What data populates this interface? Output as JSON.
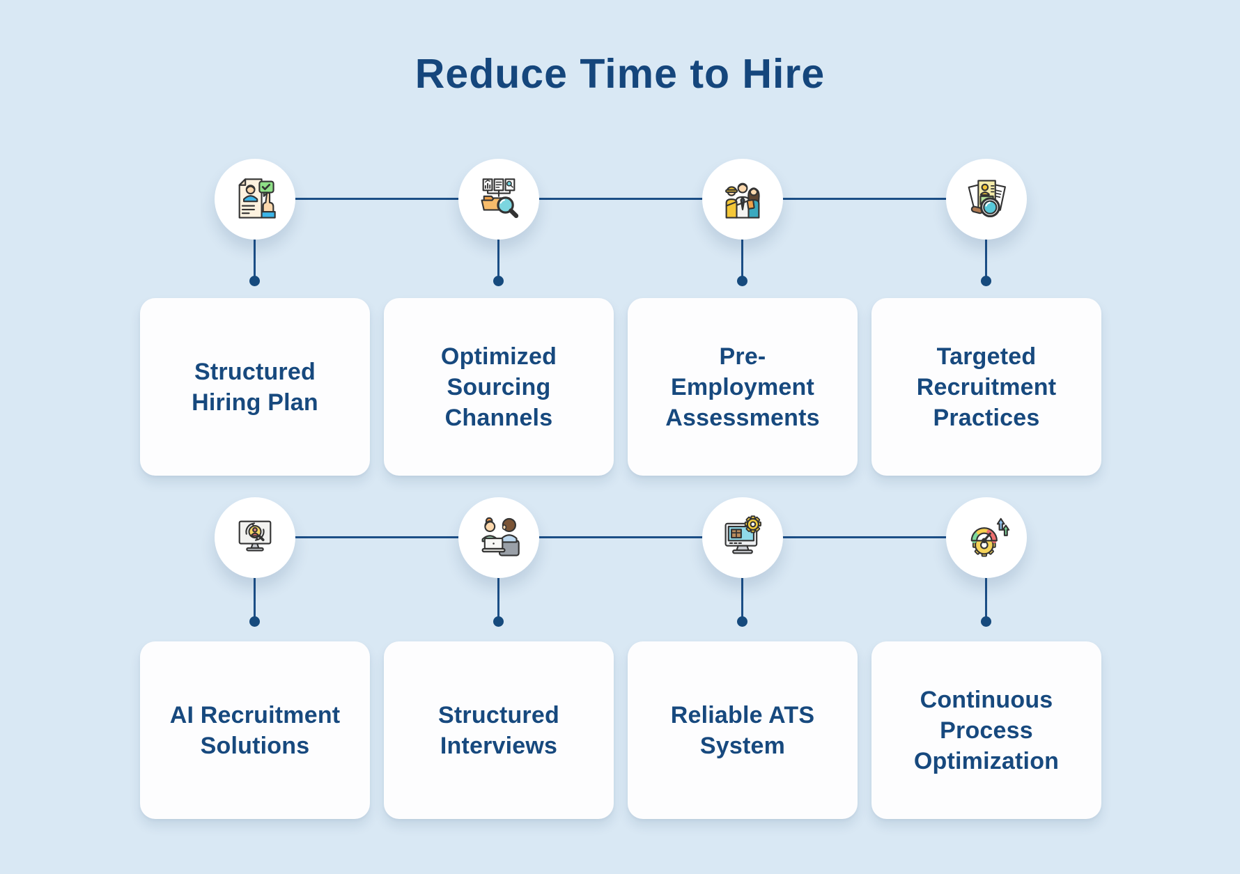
{
  "title": "Reduce Time to Hire",
  "colors": {
    "background": "#d9e8f4",
    "card": "#fdfdfe",
    "text": "#17497e",
    "connector": "#1b4e86",
    "dot": "#164a7d"
  },
  "rows": [
    {
      "items": [
        {
          "icon": "resume-approved-icon",
          "label": [
            "Structured",
            "Hiring Plan"
          ]
        },
        {
          "icon": "sourcing-folder-search-icon",
          "label": [
            "Optimized",
            "Sourcing",
            "Channels"
          ]
        },
        {
          "icon": "candidates-group-icon",
          "label": [
            "Pre-",
            "Employment",
            "Assessments"
          ]
        },
        {
          "icon": "resume-magnifier-icon",
          "label": [
            "Targeted",
            "Recruitment",
            "Practices"
          ]
        }
      ]
    },
    {
      "items": [
        {
          "icon": "ai-screening-monitor-icon",
          "label": [
            "AI Recruitment",
            "Solutions"
          ]
        },
        {
          "icon": "interview-people-icon",
          "label": [
            "Structured",
            "Interviews"
          ]
        },
        {
          "icon": "ats-computer-gear-icon",
          "label": [
            "Reliable ATS",
            "System"
          ]
        },
        {
          "icon": "gauge-optimization-icon",
          "label": [
            "Continuous",
            "Process",
            "Optimization"
          ]
        }
      ]
    }
  ]
}
